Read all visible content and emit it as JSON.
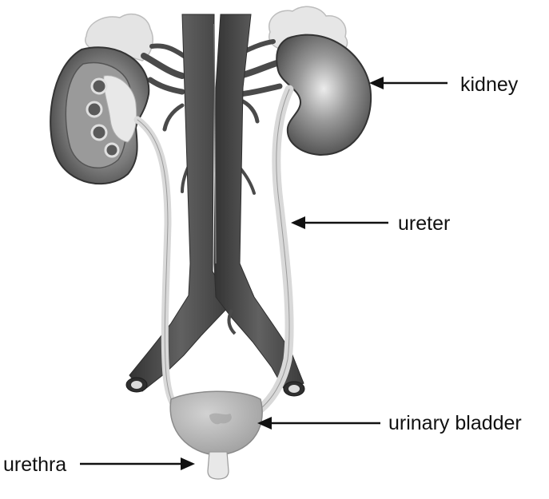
{
  "labels": {
    "kidney": "kidney",
    "ureter": "ureter",
    "urinary_bladder": "urinary bladder",
    "urethra": "urethra"
  },
  "colors": {
    "vessel_dark": "#3f3f3f",
    "vessel_mid": "#5c5c5c",
    "kidney_dark": "#4a4a4a",
    "kidney_light": "#d8d8d8",
    "ureter": "#d9d9d9",
    "bladder": "#b3b3b3",
    "adrenal": "#e4e4e4",
    "arrow": "#111111"
  }
}
